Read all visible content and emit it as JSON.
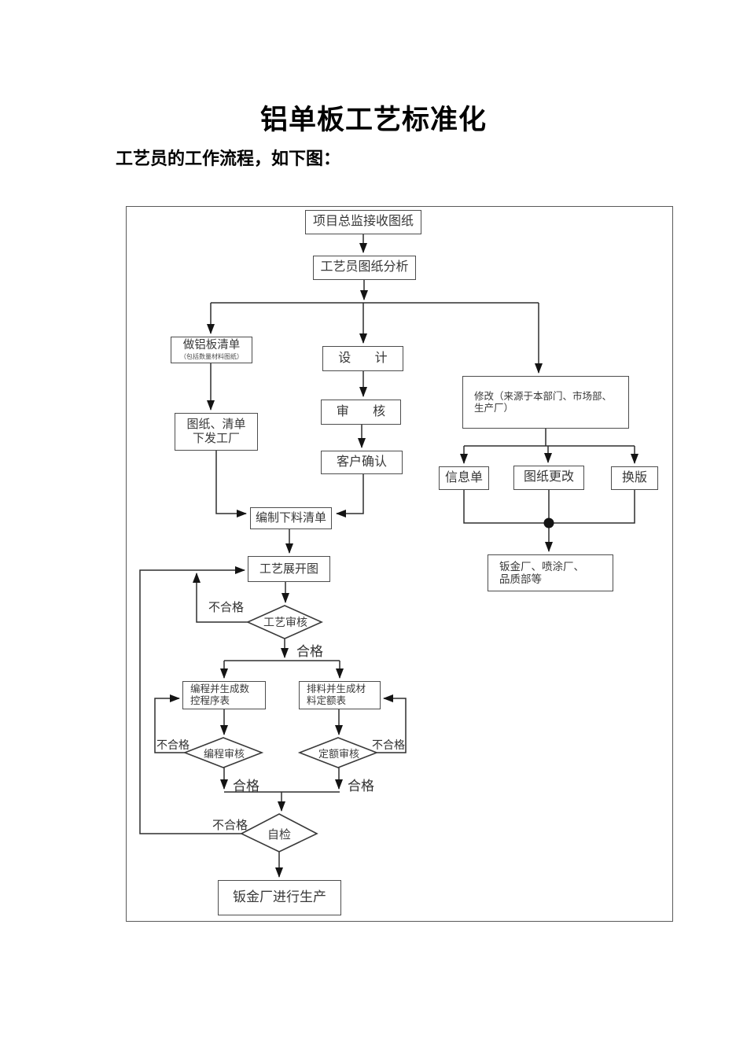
{
  "page": {
    "title": "铝单板工艺标准化",
    "subtitle": "工艺员的工作流程，如下图："
  },
  "flowchart": {
    "nodes": {
      "receive": "项目总监接收图纸",
      "analyze": "工艺员图纸分析",
      "make_list": "做铝板清单",
      "make_list_note": "（包括数量材料图纸）",
      "design": "设计",
      "modify": "修改（来源于本部门、市场部、\n生产厂）",
      "review": "审核",
      "issue": "图纸、清单\n下发工厂",
      "customer_confirm": "客户确认",
      "info_sheet": "信息单",
      "drawing_change": "图纸更改",
      "version_change": "换版",
      "cutting_list": "编制下料清单",
      "factories": "钣金厂、喷涂厂、\n品质部等",
      "unfold_drawing": "工艺展开图",
      "process_review": "工艺审核",
      "programming": "编程并生成数\n控程序表",
      "nesting": "排料并生成材\n料定额表",
      "programming_review": "编程审核",
      "quota_review": "定额审核",
      "self_check": "自检",
      "production": "钣金厂进行生产"
    },
    "labels": {
      "pass": "合格",
      "fail": "不合格"
    }
  }
}
